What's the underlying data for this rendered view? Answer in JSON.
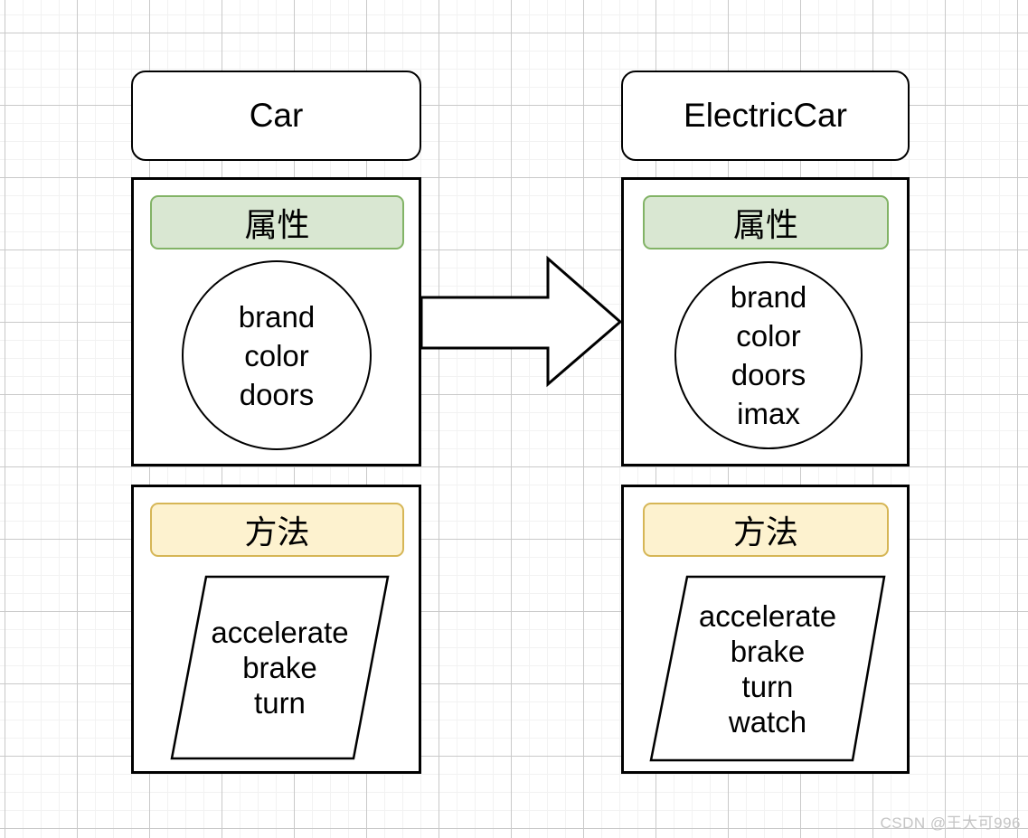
{
  "colors": {
    "stroke": "#000000",
    "green-fill": "#d9e7d2",
    "green-border": "#82b366",
    "yellow-fill": "#fdf2cf",
    "yellow-border": "#d6b656",
    "grid-minor": "#f2f2f2",
    "grid-major": "#c9c9c9",
    "watermark-color": "#c4c4c4"
  },
  "classes": [
    {
      "title": "Car",
      "attributes_label": "属性",
      "attributes": [
        "brand",
        "color",
        "doors"
      ],
      "methods_label": "方法",
      "methods": [
        "accelerate",
        "brake",
        "turn"
      ]
    },
    {
      "title": "ElectricCar",
      "attributes_label": "属性",
      "attributes": [
        "brand",
        "color",
        "doors",
        "imax"
      ],
      "methods_label": "方法",
      "methods": [
        "accelerate",
        "brake",
        "turn",
        "watch"
      ]
    }
  ],
  "arrow": {
    "shape": "block-arrow",
    "direction": "right"
  },
  "watermark": "CSDN @王大可996"
}
